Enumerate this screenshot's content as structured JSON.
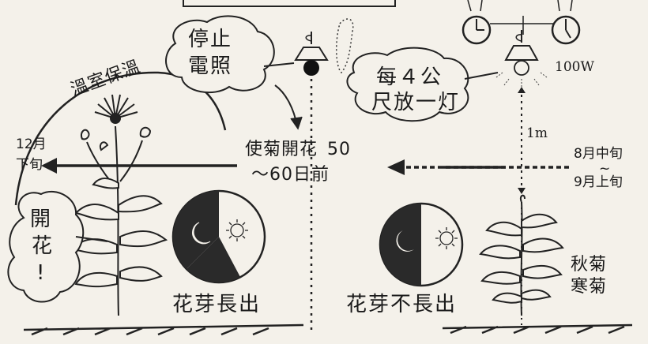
{
  "labels": {
    "stop_light": [
      "停止",
      "電照"
    ],
    "greenhouse": "溫室保溫",
    "light_every": [
      "每４公",
      "尺放一灯"
    ],
    "wattage": "100W",
    "distance": "1m",
    "date_end": [
      "12月",
      "下旬"
    ],
    "date_start": [
      "8月中旬",
      "~",
      "9月上旬"
    ],
    "flowering_prefix": "使菊開花",
    "flowering_range": [
      "50",
      "～60日前"
    ],
    "bloom": [
      "開",
      "花",
      "!"
    ],
    "bud_grows": "花芽長出",
    "bud_not_grows": "花芽不長出",
    "variety": [
      "秋菊",
      "寒菊"
    ]
  },
  "clock_labels": [
    "",
    ""
  ]
}
